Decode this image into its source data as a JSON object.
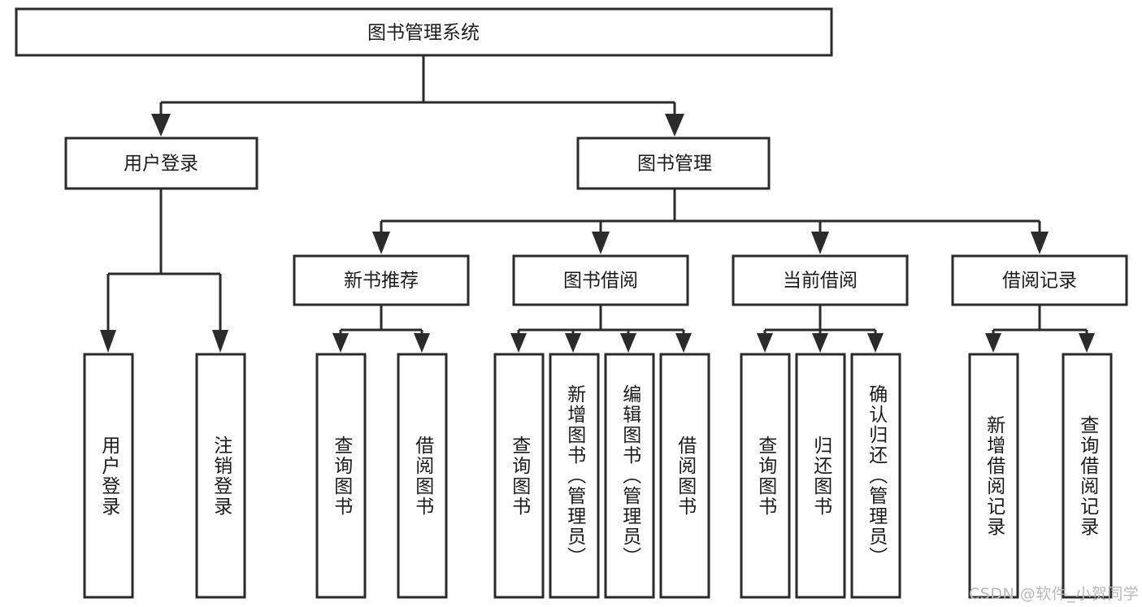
{
  "diagram": {
    "type": "tree-hierarchy",
    "title": "图书管理系统",
    "colors": {
      "box_stroke": "#2b2b2b",
      "box_fill": "#ffffff",
      "connector": "#2b2b2b",
      "text": "#1b1b1b",
      "background": "#ffffff",
      "watermark": "#b9b9b9"
    },
    "root": {
      "id": "root",
      "label": "图书管理系统",
      "orientation": "horizontal"
    },
    "level2": [
      {
        "id": "user-login",
        "label": "用户登录",
        "orientation": "horizontal"
      },
      {
        "id": "book-manage",
        "label": "图书管理",
        "orientation": "horizontal"
      }
    ],
    "level3": [
      {
        "id": "new-book-recommend",
        "label": "新书推荐",
        "orientation": "horizontal",
        "parent": "book-manage"
      },
      {
        "id": "book-borrow",
        "label": "图书借阅",
        "orientation": "horizontal",
        "parent": "book-manage"
      },
      {
        "id": "current-borrow",
        "label": "当前借阅",
        "orientation": "horizontal",
        "parent": "book-manage"
      },
      {
        "id": "borrow-record",
        "label": "借阅记录",
        "orientation": "horizontal",
        "parent": "book-manage"
      }
    ],
    "leaves": [
      {
        "id": "leaf-user-login",
        "label": "用户登录",
        "orientation": "vertical",
        "parent": "user-login"
      },
      {
        "id": "leaf-logout-login",
        "label": "注销登录",
        "orientation": "vertical",
        "parent": "user-login"
      },
      {
        "id": "leaf-query-book-1",
        "label": "查询图书",
        "orientation": "vertical",
        "parent": "new-book-recommend"
      },
      {
        "id": "leaf-borrow-book-1",
        "label": "借阅图书",
        "orientation": "vertical",
        "parent": "new-book-recommend"
      },
      {
        "id": "leaf-query-book-2",
        "label": "查询图书",
        "orientation": "vertical",
        "parent": "book-borrow"
      },
      {
        "id": "leaf-add-book-admin",
        "label": "新增图书（管理员）",
        "orientation": "vertical",
        "parent": "book-borrow"
      },
      {
        "id": "leaf-edit-book-admin",
        "label": "编辑图书（管理员）",
        "orientation": "vertical",
        "parent": "book-borrow"
      },
      {
        "id": "leaf-borrow-book-2",
        "label": "借阅图书",
        "orientation": "vertical",
        "parent": "book-borrow"
      },
      {
        "id": "leaf-query-book-3",
        "label": "查询图书",
        "orientation": "vertical",
        "parent": "current-borrow"
      },
      {
        "id": "leaf-return-book",
        "label": "归还图书",
        "orientation": "vertical",
        "parent": "current-borrow"
      },
      {
        "id": "leaf-confirm-return-admin",
        "label": "确认归还（管理员）",
        "orientation": "vertical",
        "parent": "current-borrow"
      },
      {
        "id": "leaf-add-borrow-record",
        "label": "新增借阅记录",
        "orientation": "vertical",
        "parent": "borrow-record"
      },
      {
        "id": "leaf-query-borrow-record",
        "label": "查询借阅记录",
        "orientation": "vertical",
        "parent": "borrow-record"
      }
    ],
    "watermark": "CSDN @软件_小贺同学"
  }
}
